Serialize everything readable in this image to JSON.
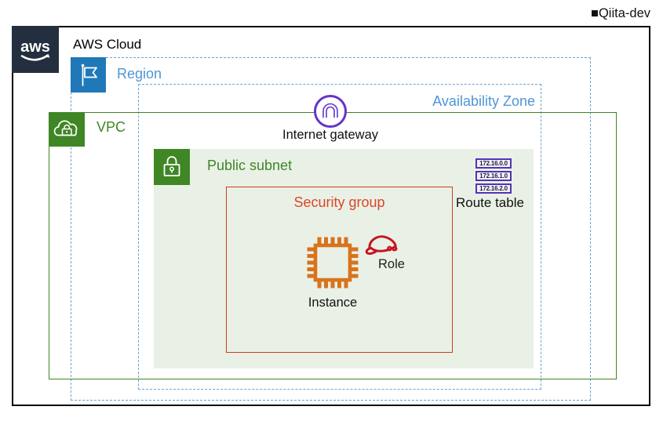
{
  "header": {
    "marker": "■",
    "title": "Qiita-dev"
  },
  "diagram": {
    "aws_cloud": {
      "label": "AWS Cloud",
      "logo_text": "aws"
    },
    "region": {
      "label": "Region"
    },
    "availability_zone": {
      "label": "Availability Zone"
    },
    "vpc": {
      "label": "VPC"
    },
    "internet_gateway": {
      "label": "Internet gateway"
    },
    "public_subnet": {
      "label": "Public subnet"
    },
    "route_table": {
      "label": "Route table",
      "routes": [
        "172.16.0.0",
        "172.16.1.0",
        "172.16.2.0"
      ]
    },
    "security_group": {
      "label": "Security group"
    },
    "instance": {
      "label": "Instance"
    },
    "role": {
      "label": "Role"
    }
  },
  "colors": {
    "aws_navy": "#232f3e",
    "region_blue_fill": "#2178b8",
    "zone_blue": "#4f96d6",
    "vpc_green": "#3f8624",
    "subnet_bg_green": "#e9f1e7",
    "security_group_red": "#d13a1f",
    "instance_orange": "#d9731c",
    "role_crimson": "#c7131f",
    "gateway_purple": "#6535c9",
    "route_table_purple": "#5233b5"
  }
}
